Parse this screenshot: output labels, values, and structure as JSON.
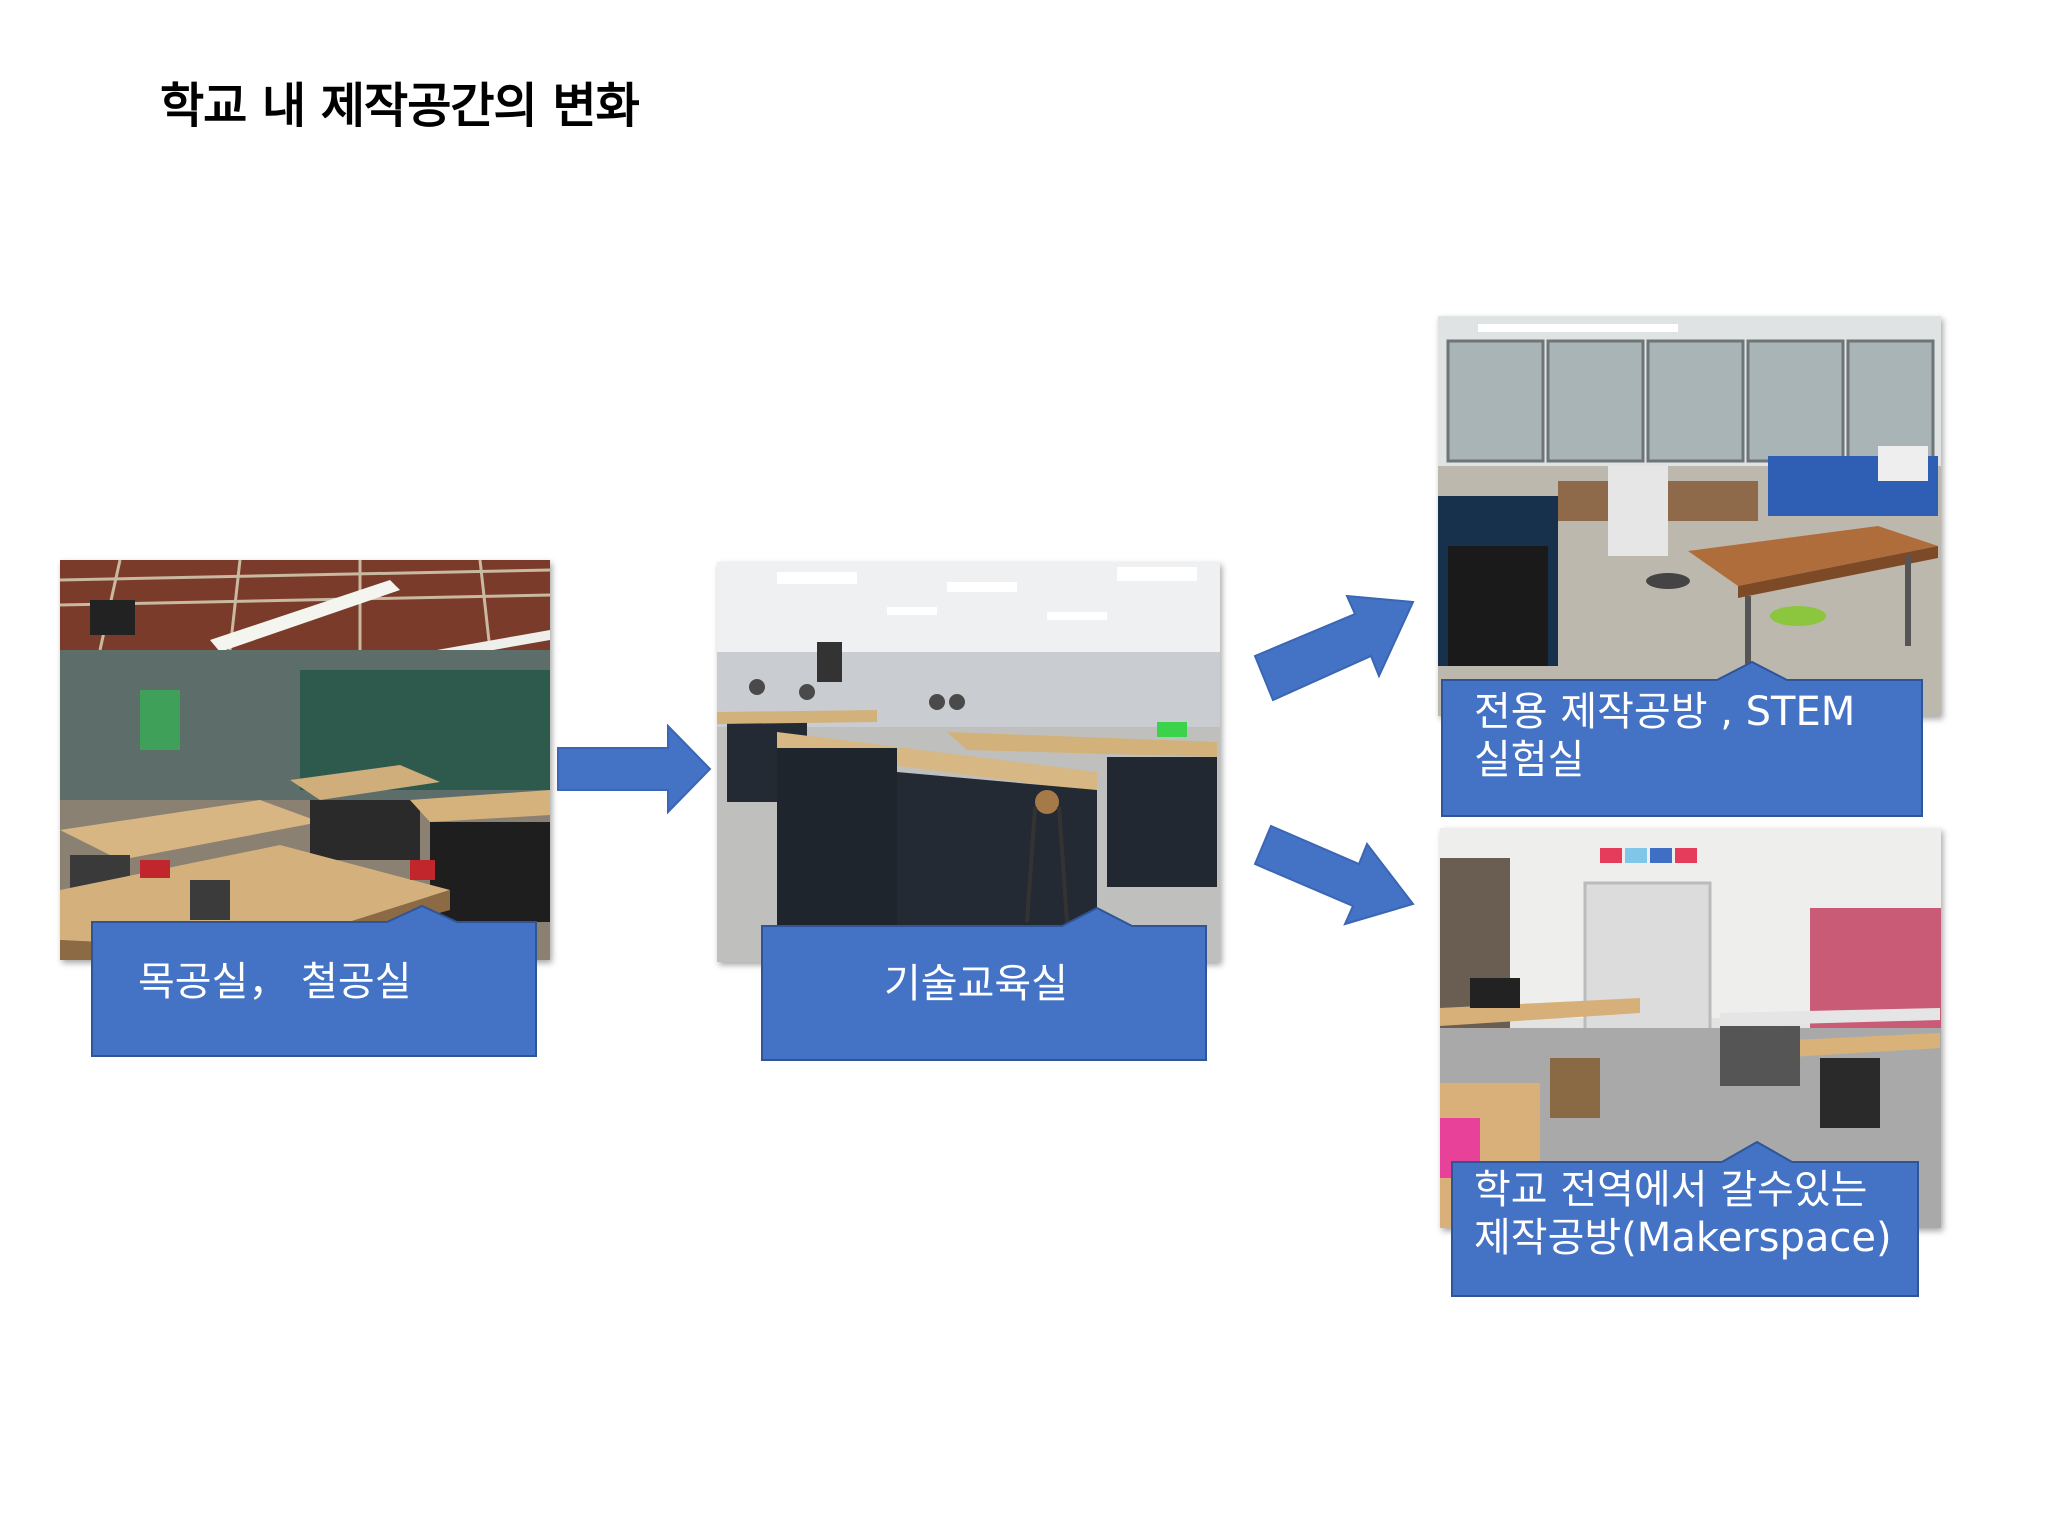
{
  "title": "학교 내 제작공간의 변화",
  "stages": [
    {
      "label": "목공실， 철공실"
    },
    {
      "label": "기술교육실"
    },
    {
      "label_line1": "전용 제작공방 , STEM",
      "label_line2": "실험실"
    },
    {
      "label_line1": "학교 전역에서 갈수있는",
      "label_line2": "제작공방(Makerspace)"
    }
  ],
  "colors": {
    "callout": "#4472c4",
    "callout_border": "#2f5597",
    "arrow": "#4472c4"
  }
}
